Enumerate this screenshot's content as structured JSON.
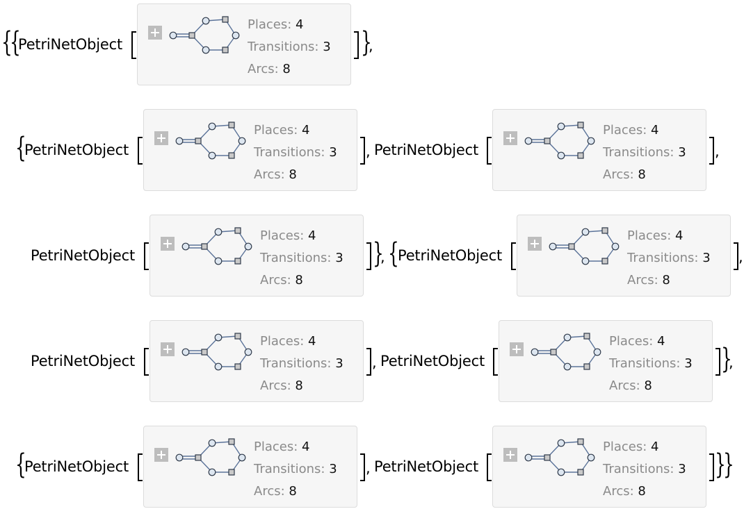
{
  "head": "PetriNetObject",
  "open_curly": "{",
  "close_curly": "}",
  "comma": ",",
  "summary": {
    "places_label": "Places:",
    "places_value": "4",
    "transitions_label": "Transitions:",
    "transitions_value": "3",
    "arcs_label": "Arcs:",
    "arcs_value": "8"
  },
  "icons": {
    "expand": "plus-icon",
    "graph": "petri-net-graph-icon"
  },
  "colors": {
    "box_background": "#f6f6f6",
    "box_border": "#dcdcdc",
    "label_gray": "#8a8a8a",
    "edge_blue": "#5b7399"
  }
}
